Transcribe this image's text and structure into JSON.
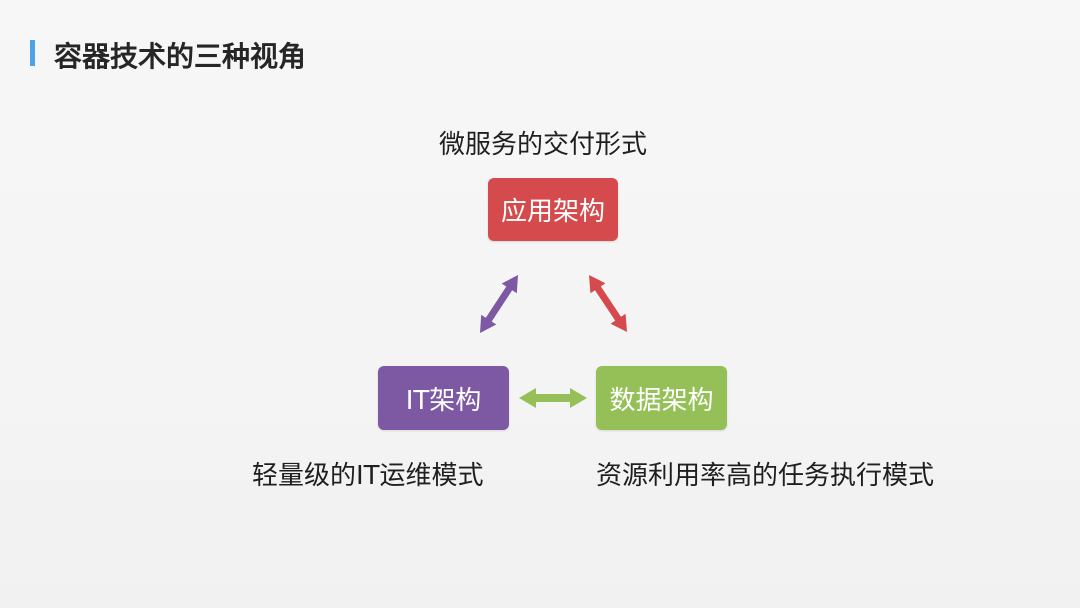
{
  "slide": {
    "title": "容器技术的三种视角"
  },
  "diagram": {
    "top_caption": "微服务的交付形式",
    "left_caption": "轻量级的IT运维模式",
    "right_caption": "资源利用率高的任务执行模式",
    "nodes": {
      "app_architecture": {
        "label": "应用架构",
        "color": "#d54b4d"
      },
      "it_architecture": {
        "label": "IT架构",
        "color": "#7e59a3"
      },
      "data_architecture": {
        "label": "数据架构",
        "color": "#94c057"
      }
    },
    "connectors": {
      "app_it": {
        "color": "#7e59a3"
      },
      "app_data": {
        "color": "#d54b4d"
      },
      "it_data": {
        "color": "#94c057"
      }
    },
    "accent_color": "#4ea3e8"
  }
}
